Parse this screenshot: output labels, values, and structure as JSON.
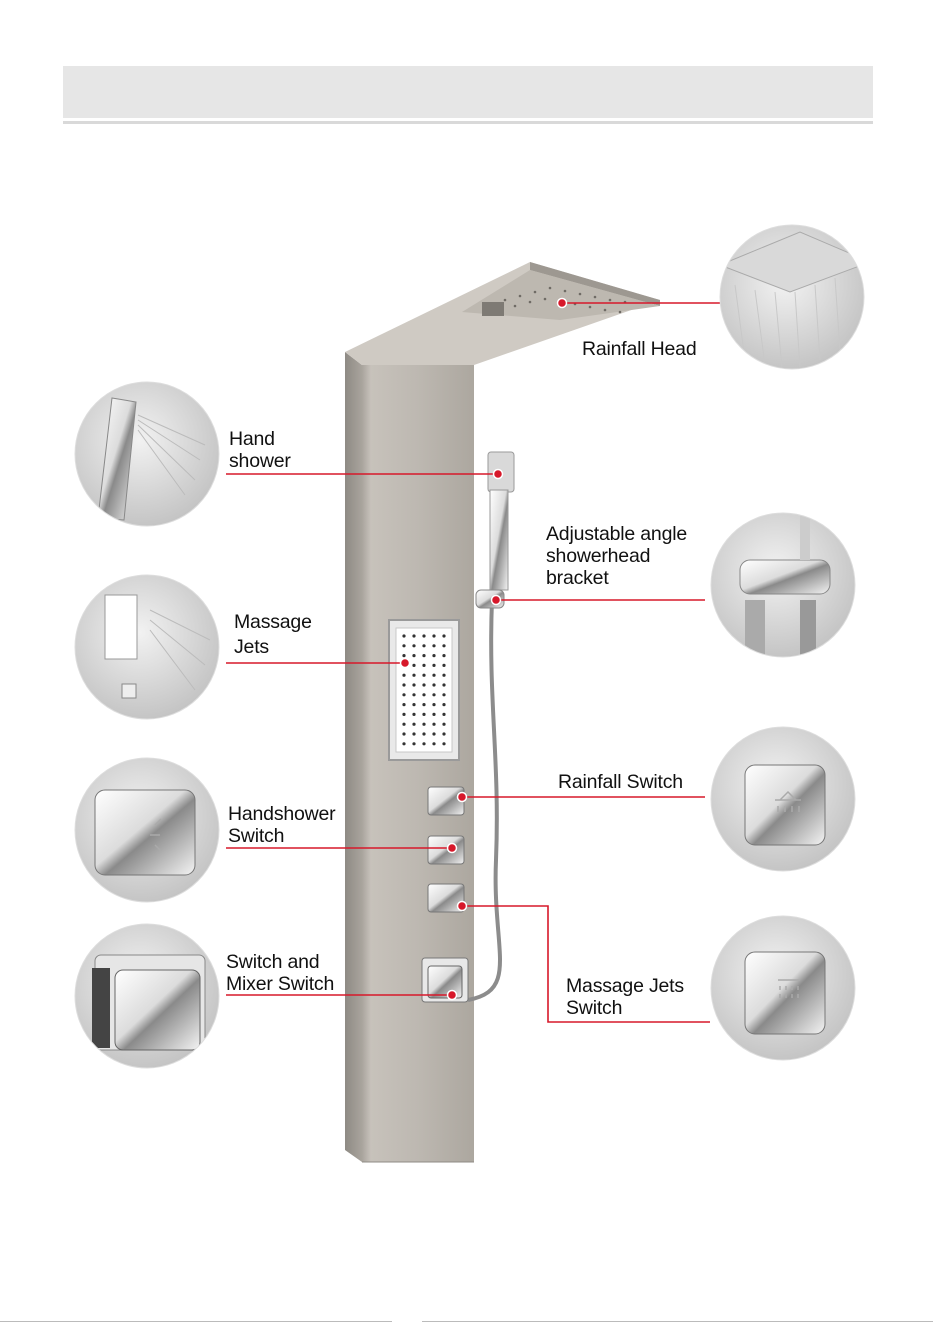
{
  "labels": {
    "rainfall_head": "Rainfall Head",
    "hand_shower": "Hand\nshower",
    "bracket": "Adjustable angle\nshowerhead\nbracket",
    "massage_jets": "Massage\nJets",
    "rainfall_switch": "Rainfall Switch",
    "handshower_switch": "Handshower\nSwitch",
    "mixer_switch": "Switch and\nMixer Switch",
    "massage_jets_switch": "Massage Jets\nSwitch"
  },
  "colors": {
    "leader_line": "#d7182a",
    "panel": "#b9b4ad",
    "header_bar": "#e6e6e6"
  },
  "icons": [
    "rainfall-head-photo",
    "hand-shower-photo",
    "bracket-photo",
    "massage-jets-photo",
    "rainfall-switch-photo",
    "handshower-switch-photo",
    "mixer-switch-photo",
    "massage-jets-switch-photo"
  ]
}
